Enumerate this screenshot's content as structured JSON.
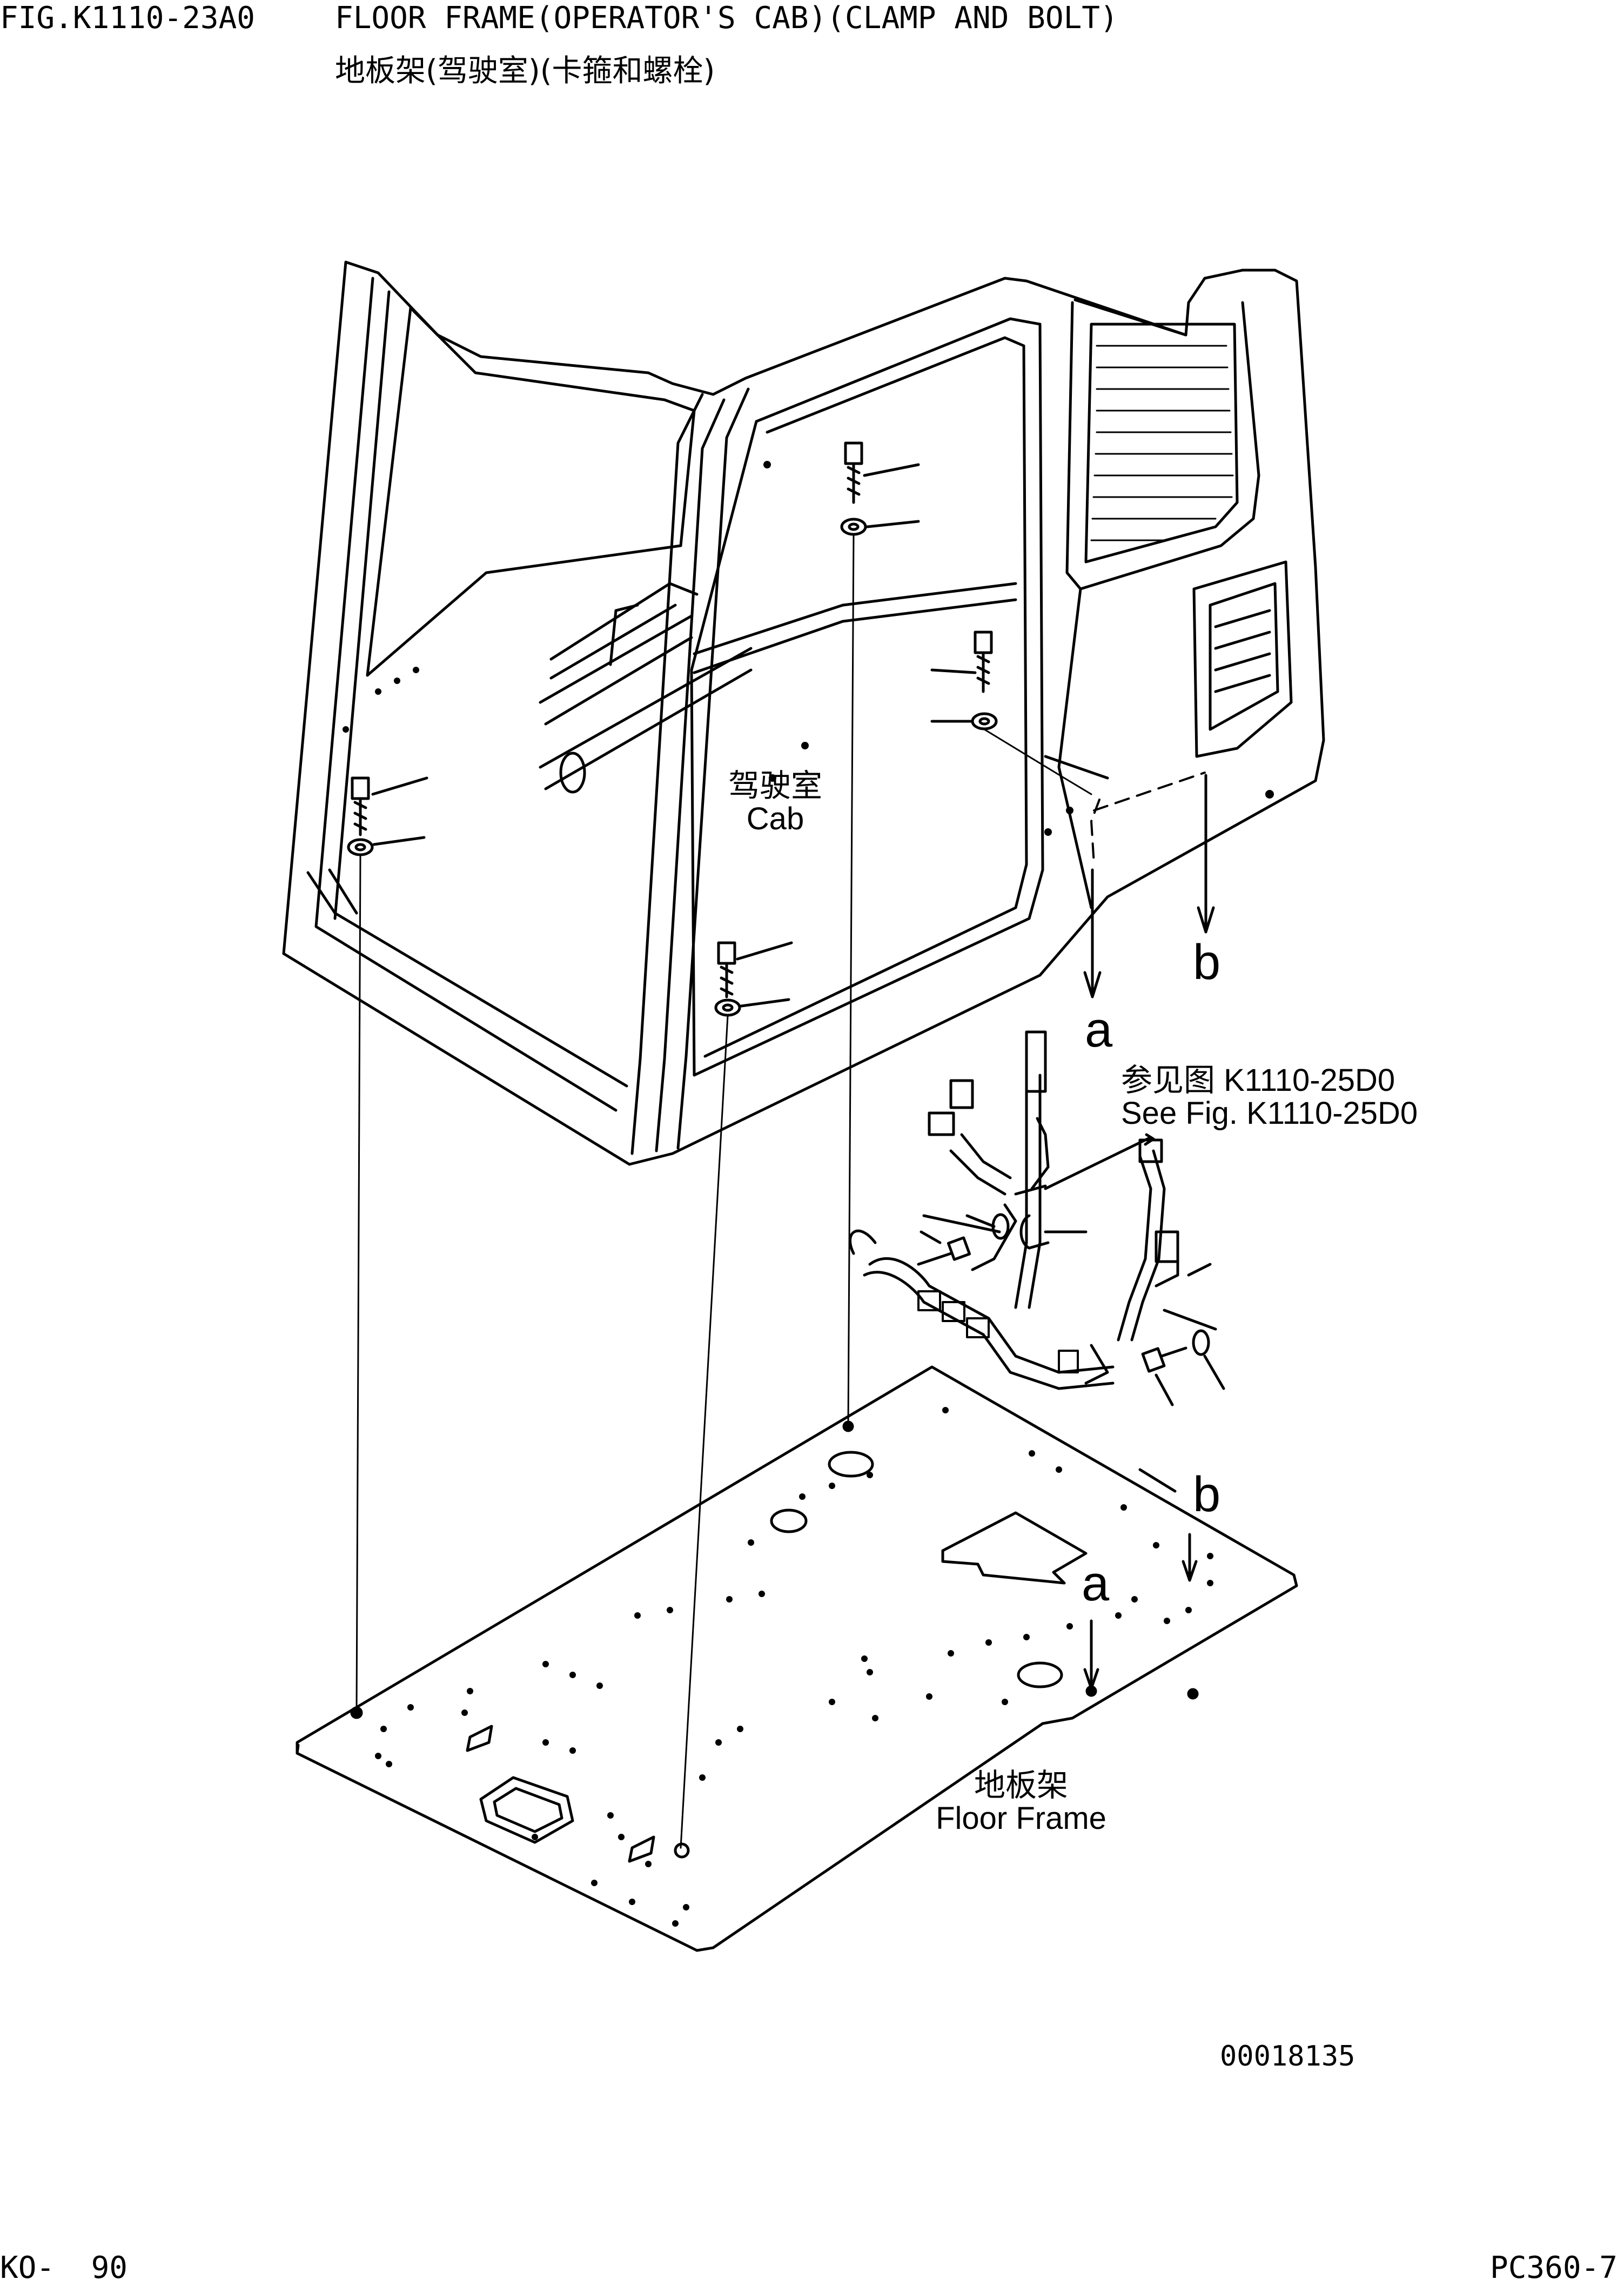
{
  "header": {
    "fig_code": "FIG.K1110-23A0",
    "title_en": "FLOOR FRAME(OPERATOR'S CAB)(CLAMP AND BOLT)",
    "title_zh": "地板架(驾驶室)(卡箍和螺栓)"
  },
  "labels": {
    "cab_zh": "驾驶室",
    "cab_en": "Cab",
    "ref_zh": "参见图 K1110-25D0",
    "ref_en": "See Fig. K1110-25D0",
    "floor_zh": "地板架",
    "floor_en": "Floor Frame",
    "marker_a": "a",
    "marker_b": "b"
  },
  "illustration_id": "00018135",
  "footer": {
    "page": "KO-  90",
    "model": "PC360-7"
  }
}
